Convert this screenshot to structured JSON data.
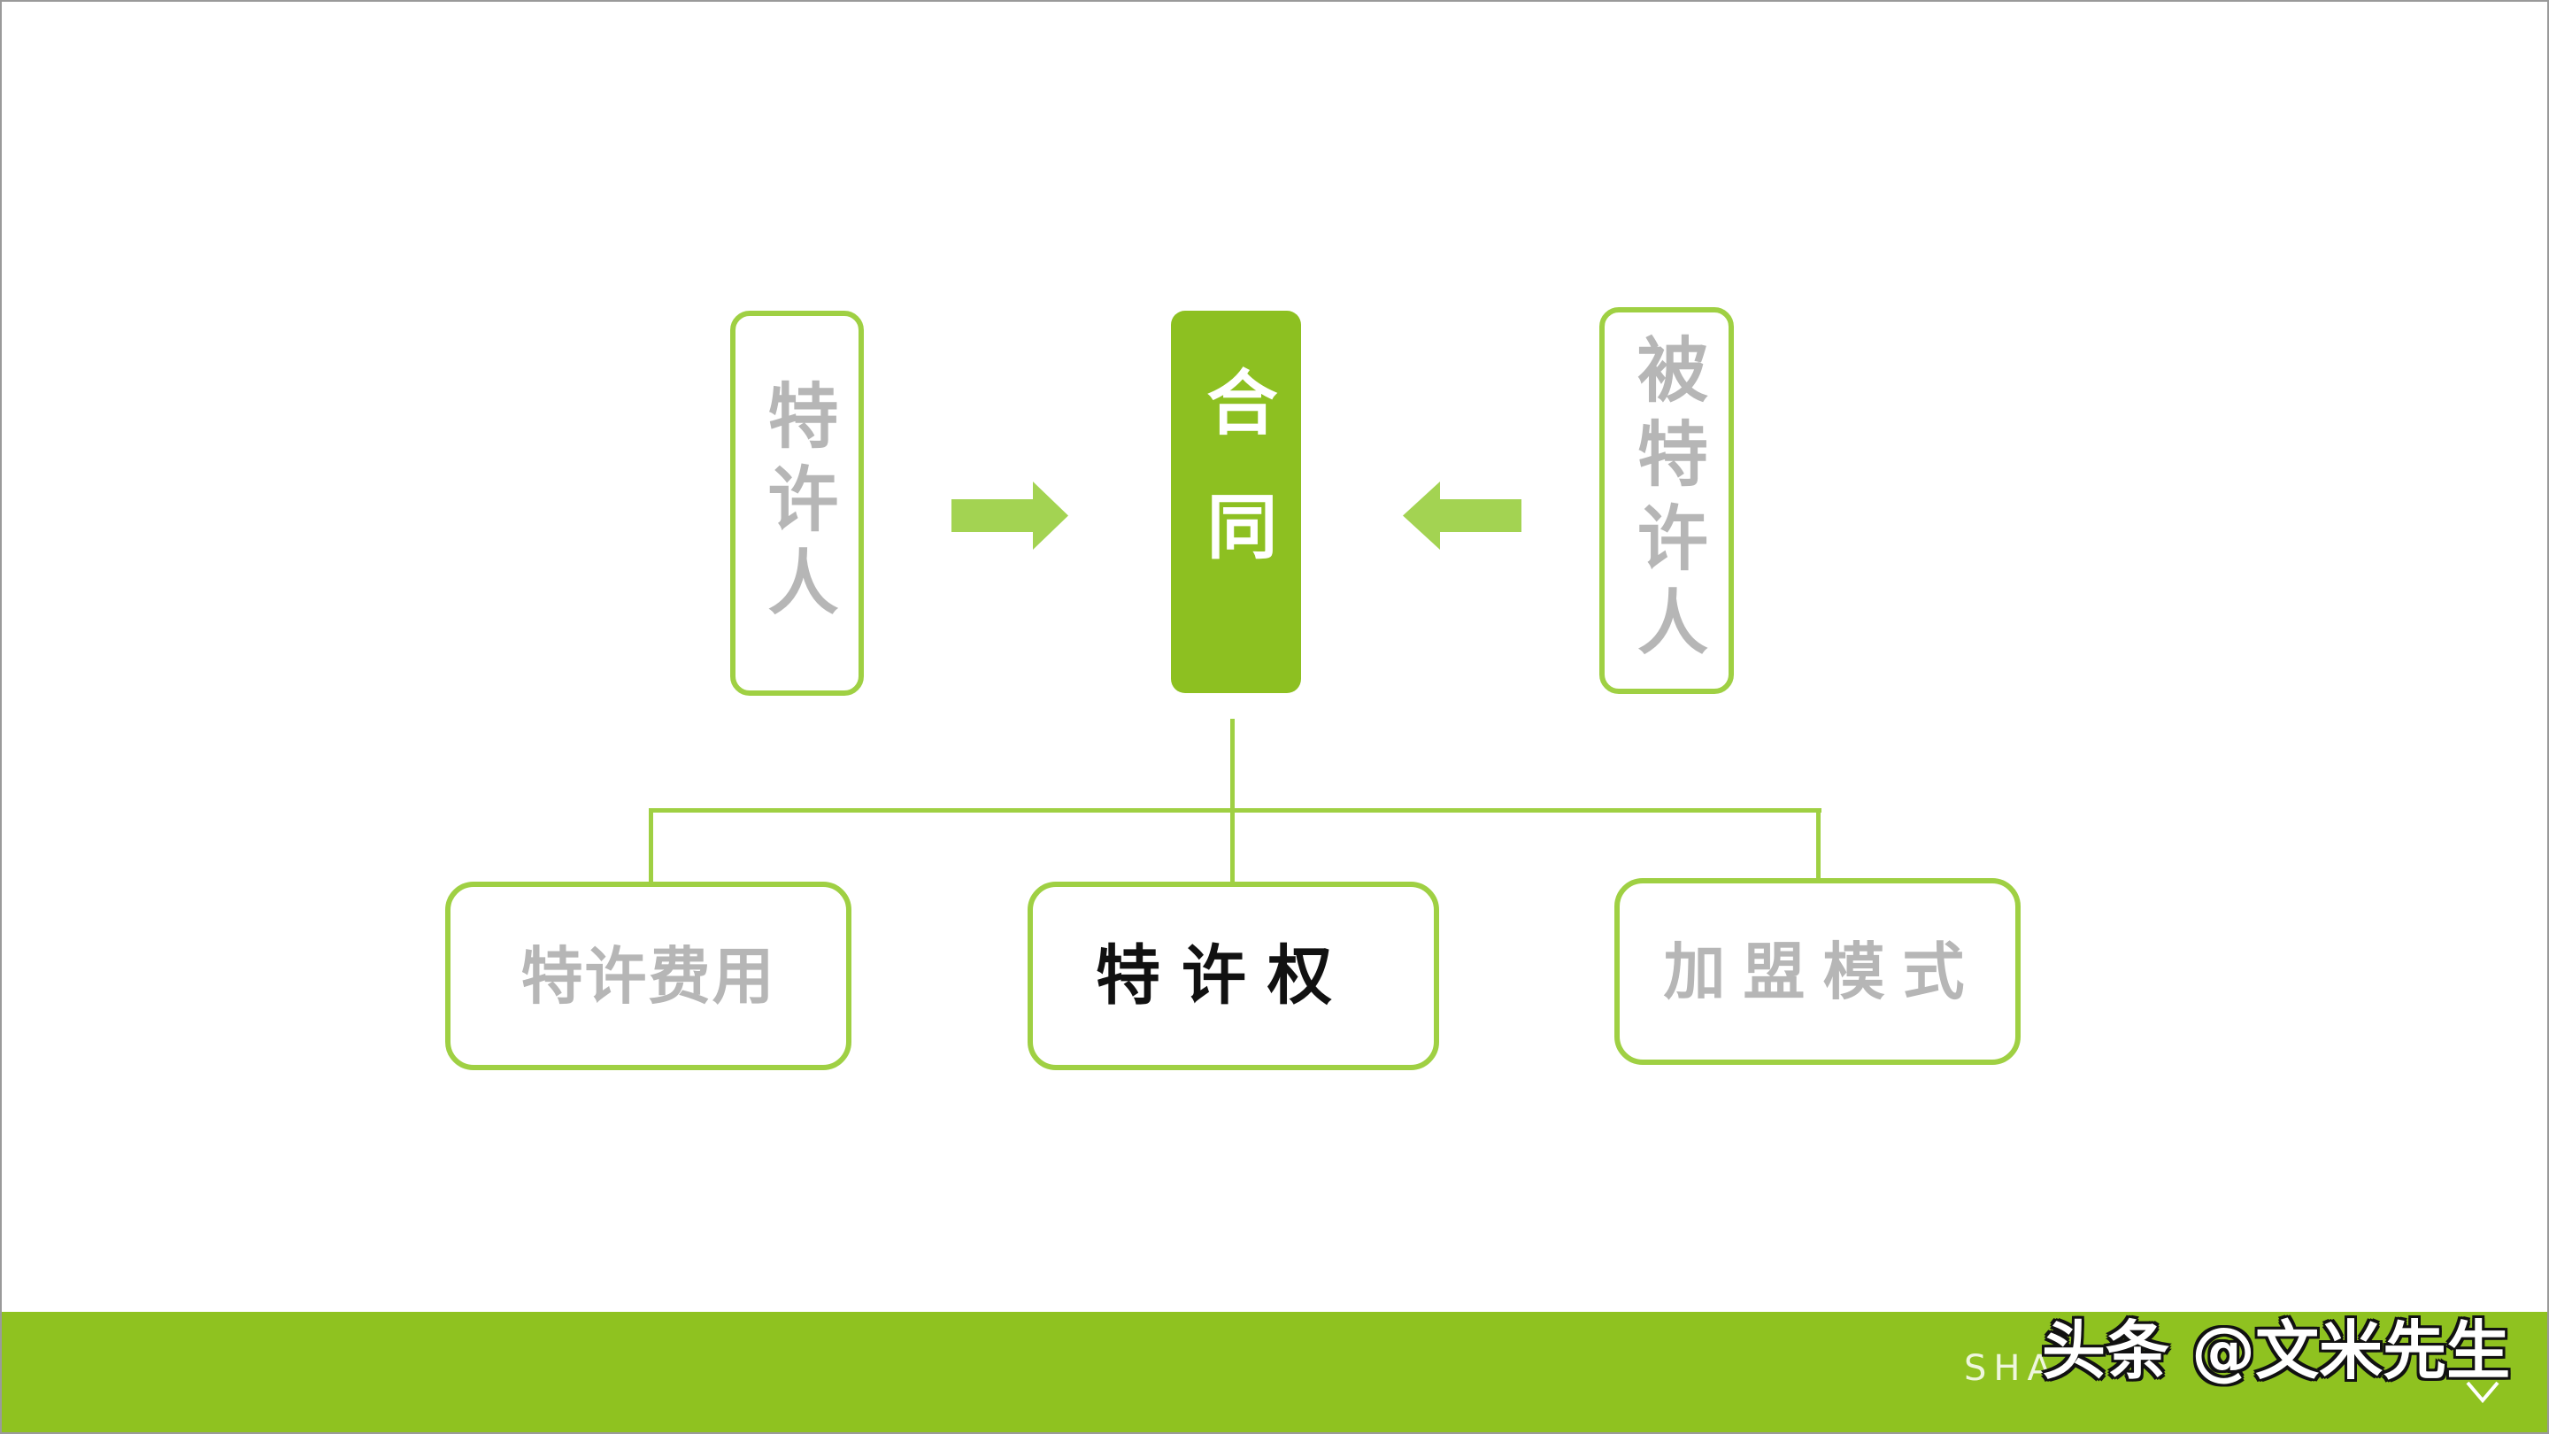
{
  "colors": {
    "outline_green": "#9fd043",
    "fill_green": "#8dc021",
    "arrow_green": "#a3d352",
    "footer_green": "#8fc220",
    "gray_text": "#b6b6b6",
    "dark_text": "#111111"
  },
  "top_row": {
    "franchisor": "特许人",
    "contract": "合同",
    "franchisee": "被特许人"
  },
  "bottom_row": {
    "fee": "特许费用",
    "franchise_right": "特许权",
    "model": "加盟模式"
  },
  "footer": {
    "text_fragment": "SHA",
    "watermark": "头条 @文米先生",
    "icon": "chevron-down-icon"
  }
}
